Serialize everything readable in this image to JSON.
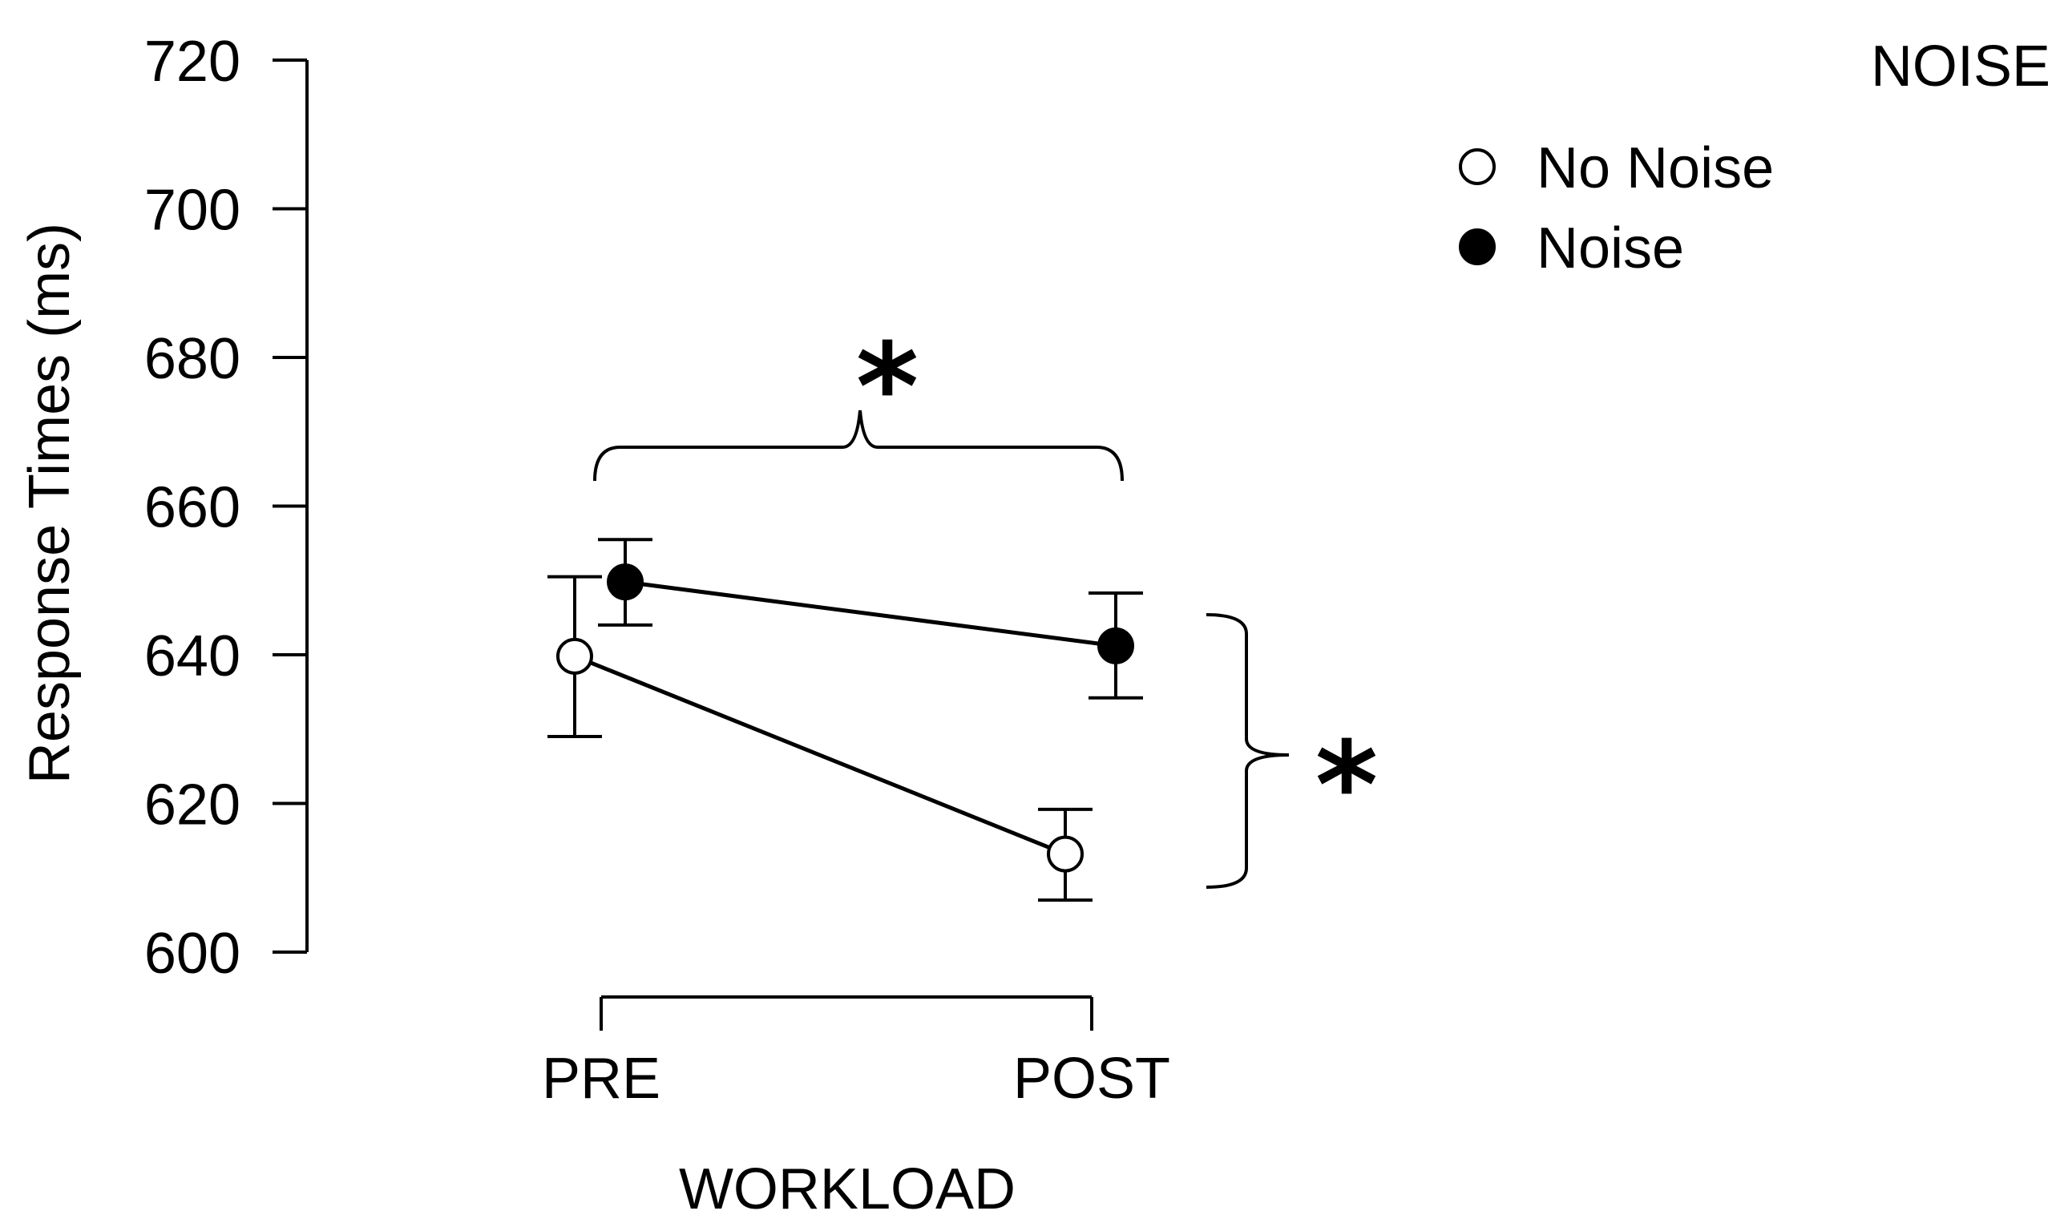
{
  "chart_data": {
    "type": "line",
    "xlabel": "WORKLOAD",
    "ylabel": "Response Times (ms)",
    "categories": [
      "PRE",
      "POST"
    ],
    "ylim": [
      600,
      720
    ],
    "yticks": [
      600,
      620,
      640,
      660,
      680,
      700,
      720
    ],
    "grid": false,
    "legend": {
      "title": "NOISE",
      "position": "top-right"
    },
    "series": [
      {
        "name": "No Noise",
        "marker": "open-circle",
        "values": [
          639.8,
          613.2
        ],
        "error_low": [
          629,
          607
        ],
        "error_high": [
          650.5,
          619.2
        ]
      },
      {
        "name": "Noise",
        "marker": "filled-circle",
        "values": [
          649.8,
          641.2
        ],
        "error_low": [
          644,
          634.2
        ],
        "error_high": [
          655.5,
          648.3
        ]
      }
    ],
    "annotations": [
      {
        "text": "*",
        "meaning": "significant effect of WORKLOAD",
        "bracket": "horizontal"
      },
      {
        "text": "*",
        "meaning": "significant effect of NOISE",
        "bracket": "vertical"
      }
    ]
  }
}
